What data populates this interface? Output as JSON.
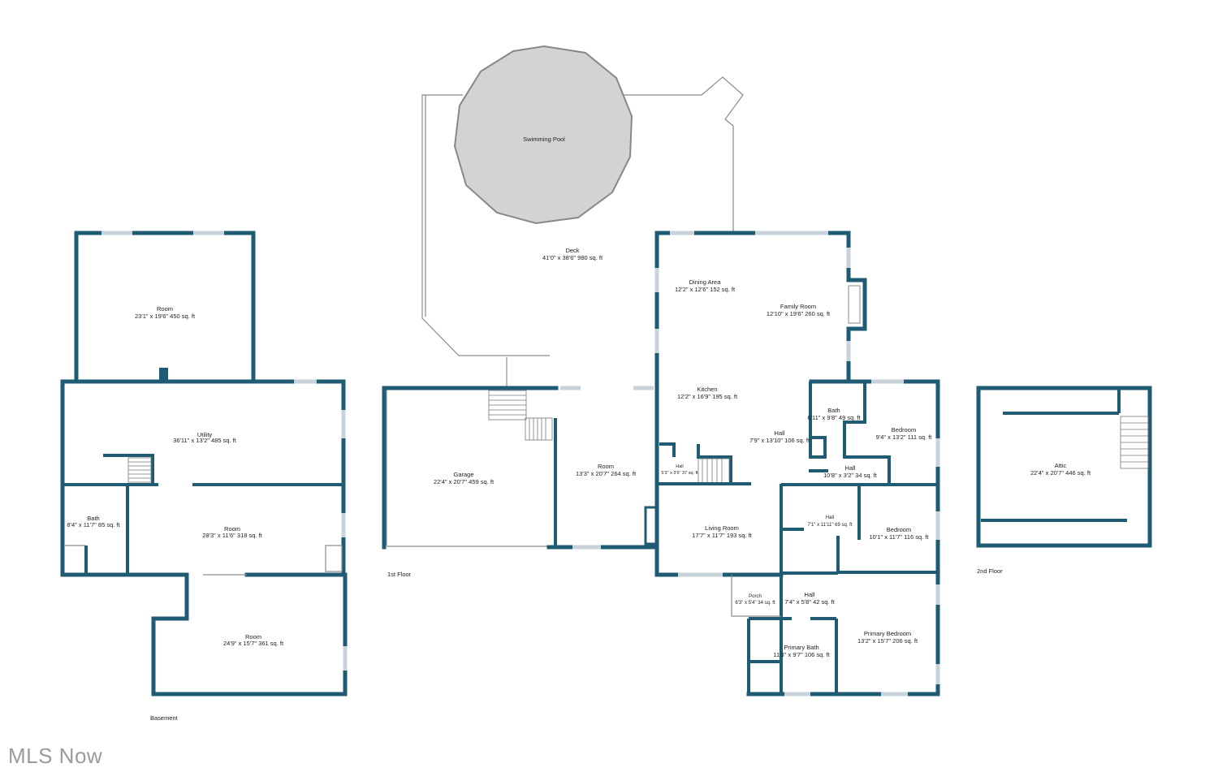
{
  "watermark": "MLS Now",
  "floors": {
    "basement": "Basement",
    "first": "1st Floor",
    "second": "2nd Floor"
  },
  "rooms": {
    "b_room1": {
      "name": "Room",
      "dims": "23'1\" x 19'6\" 450 sq. ft"
    },
    "b_utility": {
      "name": "Utility",
      "dims": "36'11\" x 13'2\" 485 sq. ft"
    },
    "b_bath": {
      "name": "Bath",
      "dims": "8'4\" x 11'7\" 85 sq. ft"
    },
    "b_room2": {
      "name": "Room",
      "dims": "28'3\" x 11'6\" 318 sq. ft"
    },
    "b_room3": {
      "name": "Room",
      "dims": "24'9\" x 15'7\" 361 sq. ft"
    },
    "pool": {
      "name": "Swimming Pool"
    },
    "deck": {
      "name": "Deck",
      "dims": "41'0\" x 38'6\" 980 sq. ft"
    },
    "garage": {
      "name": "Garage",
      "dims": "22'4\" x 20'7\" 459 sq. ft"
    },
    "f_room": {
      "name": "Room",
      "dims": "13'3\" x 20'7\" 264 sq. ft"
    },
    "dining": {
      "name": "Dining Area",
      "dims": "12'2\" x 12'6\" 152 sq. ft"
    },
    "family": {
      "name": "Family Room",
      "dims": "12'10\" x 19'6\" 260 sq. ft"
    },
    "kitchen": {
      "name": "Kitchen",
      "dims": "12'2\" x 16'9\" 195 sq. ft"
    },
    "hall_main": {
      "name": "Hall",
      "dims": "7'9\" x 13'10\" 106 sq. ft"
    },
    "hall_small": {
      "name": "Hall",
      "dims": "5'3\" x 3'6\" 37 sq. ft"
    },
    "bath2": {
      "name": "Bath",
      "dims": "6'11\" x 9'8\" 49 sq. ft"
    },
    "bedroom1": {
      "name": "Bedroom",
      "dims": "9'4\" x 13'2\" 111 sq. ft"
    },
    "hall_b": {
      "name": "Hall",
      "dims": "10'8\" x 3'2\" 34 sq. ft"
    },
    "living": {
      "name": "Living Room",
      "dims": "17'7\" x 11'7\" 193 sq. ft"
    },
    "hall_c": {
      "name": "Hall",
      "dims": "7'1\" x 11'11\" 69 sq. ft"
    },
    "bedroom2": {
      "name": "Bedroom",
      "dims": "10'1\" x 11'7\" 116 sq. ft"
    },
    "porch": {
      "name": "Porch",
      "dims": "6'3\" x 5'4\" 34 sq. ft"
    },
    "hall_d": {
      "name": "Hall",
      "dims": "7'4\" x 5'8\" 42 sq. ft"
    },
    "primary_bath": {
      "name": "Primary Bath",
      "dims": "11'3\" x 9'7\" 106 sq. ft"
    },
    "primary_bed": {
      "name": "Primary Bedroom",
      "dims": "13'2\" x 15'7\" 206 sq. ft"
    },
    "attic": {
      "name": "Attic",
      "dims": "22'4\" x 20'7\" 446 sq. ft"
    }
  }
}
